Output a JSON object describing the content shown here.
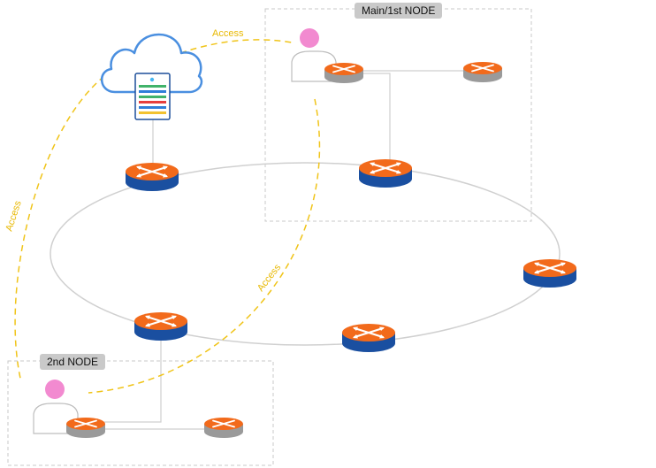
{
  "nodes": {
    "main": {
      "label": "Main/1st NODE"
    },
    "second": {
      "label": "2nd NODE"
    }
  },
  "links": {
    "access_top": "Access",
    "access_left": "Access",
    "access_mid": "Access"
  },
  "colors": {
    "access_line": "#f0c419",
    "ring": "#d0d0d0",
    "box_border": "#c8c8c8",
    "router_core_top": "#f26a1b",
    "router_core_side": "#1a4fa0",
    "router_edge_side": "#9a9a9a",
    "cloud": "#4a8fe0",
    "user_head": "#f28ad0"
  },
  "icons": {
    "cloud": "cloud-server-icon",
    "router": "router-icon",
    "user": "user-icon"
  }
}
